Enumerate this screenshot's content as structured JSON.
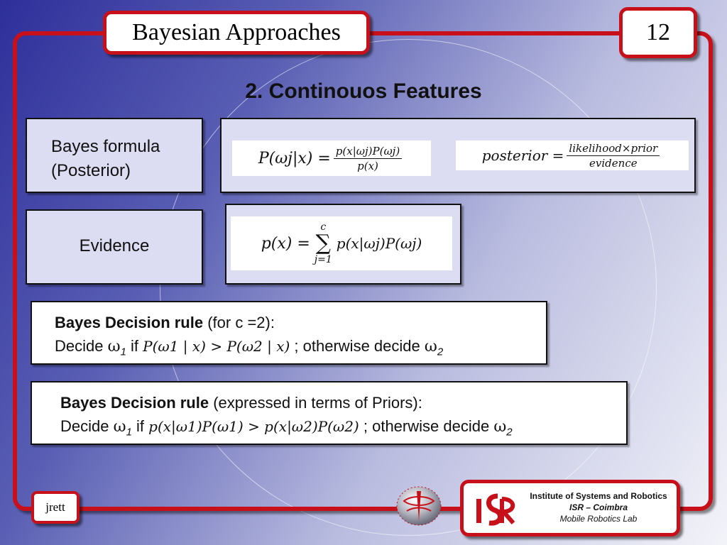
{
  "header": {
    "title": "Bayesian Approaches",
    "slide_number": "12"
  },
  "heading": "2. Continouos Features",
  "rows": [
    {
      "label_line1": "Bayes formula",
      "label_line2": "(Posterior)"
    },
    {
      "label": "Evidence"
    }
  ],
  "formulas": {
    "posterior_lhs": "P(ωj|x) =",
    "posterior_num": "p(x|ωj)P(ωj)",
    "posterior_den": "p(x)",
    "words_lhs": "posterior =",
    "words_num": "likelihood×prior",
    "words_den": "evidence",
    "evidence_lhs": "p(x) =",
    "evidence_sum_top": "c",
    "evidence_sum_sym": "∑",
    "evidence_sum_bottom": "j=1",
    "evidence_rhs": "p(x|ωj)P(ωj)"
  },
  "rule1": {
    "title": "Bayes Decision rule",
    "qualifier": "(for c =2):",
    "line2_decide": "Decide",
    "line2_w1": "ω",
    "line2_w1_sub": "1",
    "line2_if": "if",
    "line2_cond": "P(ω1 | x) > P(ω2 | x)",
    "line2_otherwise": "; otherwise decide",
    "line2_w2": "ω",
    "line2_w2_sub": "2"
  },
  "rule2": {
    "title": "Bayes Decision rule",
    "qualifier": "(expressed in terms of Priors):",
    "line2_decide": "Decide",
    "line2_w1": "ω",
    "line2_w1_sub": "1",
    "line2_if": "if",
    "line2_cond": "p(x|ω1)P(ω1) > p(x|ω2)P(ω2)",
    "line2_otherwise": "; otherwise decide",
    "line2_w2": "ω",
    "line2_w2_sub": "2"
  },
  "footer": {
    "author": "jrett",
    "institute": "Institute of Systems and Robotics",
    "isr": "ISR – Coimbra",
    "lab": "Mobile Robotics Lab",
    "logo_text": "ISR"
  },
  "colors": {
    "accent": "#c8101a",
    "panel": "#dcdcf2"
  }
}
